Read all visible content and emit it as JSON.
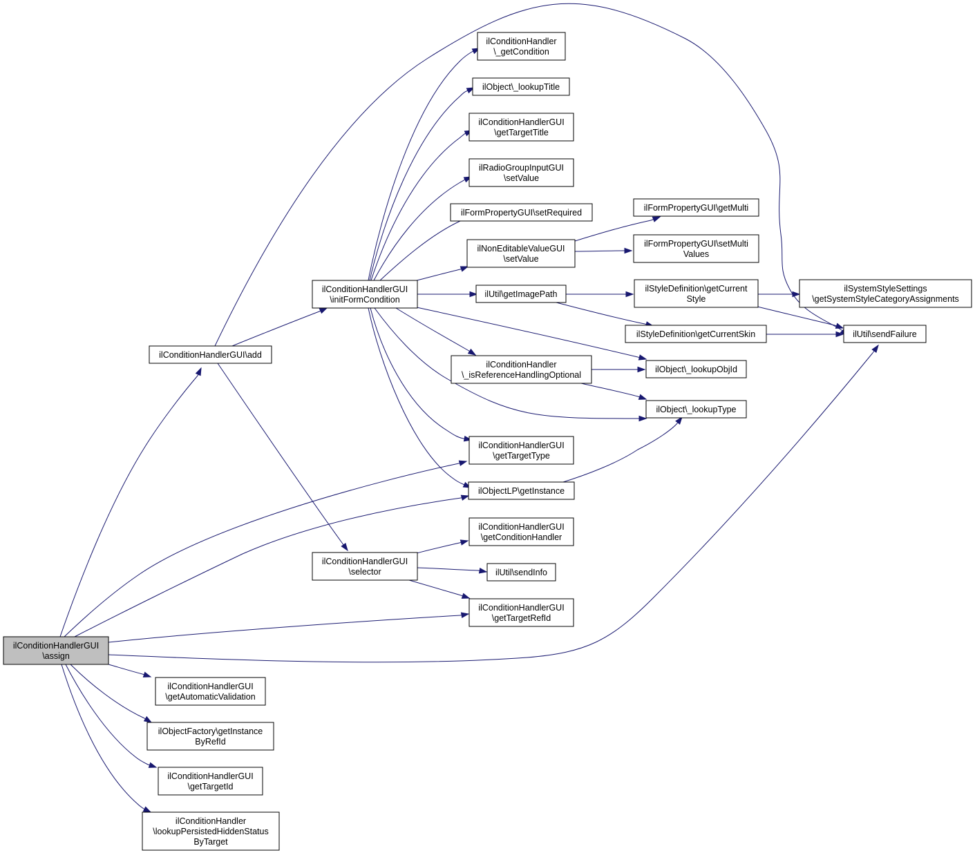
{
  "colors": {
    "edge": "#191970",
    "node_border": "#000000",
    "root_fill": "#bfbfbf",
    "node_fill": "#ffffff"
  },
  "nodes": {
    "assign": {
      "lines": [
        "ilConditionHandlerGUI",
        "\\assign"
      ]
    },
    "add": {
      "lines": [
        "ilConditionHandlerGUI\\add"
      ]
    },
    "initForm": {
      "lines": [
        "ilConditionHandlerGUI",
        "\\initFormCondition"
      ]
    },
    "selector": {
      "lines": [
        "ilConditionHandlerGUI",
        "\\selector"
      ]
    },
    "getCondition": {
      "lines": [
        "ilConditionHandler",
        "\\_getCondition"
      ]
    },
    "lookupTitle": {
      "lines": [
        "ilObject\\_lookupTitle"
      ]
    },
    "getTargetTitle": {
      "lines": [
        "ilConditionHandlerGUI",
        "\\getTargetTitle"
      ]
    },
    "radioSetValue": {
      "lines": [
        "ilRadioGroupInputGUI",
        "\\setValue"
      ]
    },
    "setRequired": {
      "lines": [
        "ilFormPropertyGUI\\setRequired"
      ]
    },
    "nonEditSetValue": {
      "lines": [
        "ilNonEditableValueGUI",
        "\\setValue"
      ]
    },
    "getImagePath": {
      "lines": [
        "ilUtil\\getImagePath"
      ]
    },
    "isRefOptional": {
      "lines": [
        "ilConditionHandler",
        "\\_isReferenceHandlingOptional"
      ]
    },
    "getTargetType": {
      "lines": [
        "ilConditionHandlerGUI",
        "\\getTargetType"
      ]
    },
    "getInstanceLP": {
      "lines": [
        "ilObjectLP\\getInstance"
      ]
    },
    "getCondHandler": {
      "lines": [
        "ilConditionHandlerGUI",
        "\\getConditionHandler"
      ]
    },
    "sendInfo": {
      "lines": [
        "ilUtil\\sendInfo"
      ]
    },
    "getTargetRefId": {
      "lines": [
        "ilConditionHandlerGUI",
        "\\getTargetRefId"
      ]
    },
    "getMulti": {
      "lines": [
        "ilFormPropertyGUI\\getMulti"
      ]
    },
    "setMultiValues": {
      "lines": [
        "ilFormPropertyGUI\\setMulti",
        "Values"
      ]
    },
    "getCurrentStyle": {
      "lines": [
        "ilStyleDefinition\\getCurrent",
        "Style"
      ]
    },
    "getCurrentSkin": {
      "lines": [
        "ilStyleDefinition\\getCurrentSkin"
      ]
    },
    "lookupObjId": {
      "lines": [
        "ilObject\\_lookupObjId"
      ]
    },
    "lookupType": {
      "lines": [
        "ilObject\\_lookupType"
      ]
    },
    "systemStyle": {
      "lines": [
        "ilSystemStyleSettings",
        "\\getSystemStyleCategoryAssignments"
      ]
    },
    "sendFailure": {
      "lines": [
        "ilUtil\\sendFailure"
      ]
    },
    "getAutoValidation": {
      "lines": [
        "ilConditionHandlerGUI",
        "\\getAutomaticValidation"
      ]
    },
    "objFactoryGetInst": {
      "lines": [
        "ilObjectFactory\\getInstance",
        "ByRefId"
      ]
    },
    "getTargetId": {
      "lines": [
        "ilConditionHandlerGUI",
        "\\getTargetId"
      ]
    },
    "lookupHidden": {
      "lines": [
        "ilConditionHandler",
        "\\lookupPersistedHiddenStatus",
        "ByTarget"
      ]
    }
  },
  "edges": [
    [
      "assign",
      "add"
    ],
    [
      "assign",
      "getTargetType"
    ],
    [
      "assign",
      "getInstanceLP"
    ],
    [
      "assign",
      "getTargetRefId"
    ],
    [
      "assign",
      "sendFailure"
    ],
    [
      "assign",
      "getAutoValidation"
    ],
    [
      "assign",
      "objFactoryGetInst"
    ],
    [
      "assign",
      "getTargetId"
    ],
    [
      "assign",
      "lookupHidden"
    ],
    [
      "add",
      "initForm"
    ],
    [
      "add",
      "selector"
    ],
    [
      "add",
      "sendFailure"
    ],
    [
      "initForm",
      "getCondition"
    ],
    [
      "initForm",
      "lookupTitle"
    ],
    [
      "initForm",
      "getTargetTitle"
    ],
    [
      "initForm",
      "radioSetValue"
    ],
    [
      "initForm",
      "setRequired"
    ],
    [
      "initForm",
      "nonEditSetValue"
    ],
    [
      "initForm",
      "getImagePath"
    ],
    [
      "initForm",
      "lookupObjId"
    ],
    [
      "initForm",
      "isRefOptional"
    ],
    [
      "initForm",
      "lookupType"
    ],
    [
      "initForm",
      "getTargetType"
    ],
    [
      "initForm",
      "getInstanceLP"
    ],
    [
      "nonEditSetValue",
      "getMulti"
    ],
    [
      "nonEditSetValue",
      "setMultiValues"
    ],
    [
      "getImagePath",
      "getCurrentStyle"
    ],
    [
      "getImagePath",
      "getCurrentSkin"
    ],
    [
      "getCurrentStyle",
      "systemStyle"
    ],
    [
      "getCurrentStyle",
      "sendFailure"
    ],
    [
      "getCurrentSkin",
      "sendFailure"
    ],
    [
      "isRefOptional",
      "lookupObjId"
    ],
    [
      "isRefOptional",
      "lookupType"
    ],
    [
      "getInstanceLP",
      "lookupType"
    ],
    [
      "selector",
      "getCondHandler"
    ],
    [
      "selector",
      "sendInfo"
    ],
    [
      "selector",
      "getTargetRefId"
    ]
  ]
}
